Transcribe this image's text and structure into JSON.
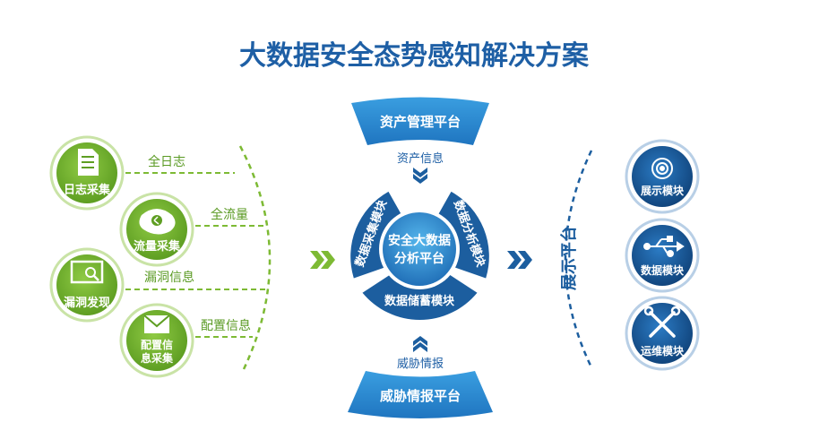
{
  "title": "大数据安全态势感知解决方案",
  "colors": {
    "title": "#1e5fa5",
    "green": "#7dba34",
    "green_text": "#5a9a23",
    "blue_dark": "#1c5e9f",
    "blue_mid": "#2a86cc",
    "blue_light": "#4fb0e8",
    "hub_gradient_outer": "#2170b8"
  },
  "sources": [
    {
      "icon": "document-icon",
      "name": "日志采集",
      "link_label": "全日志"
    },
    {
      "icon": "traffic-icon",
      "name": "流量采集",
      "link_label": "全流量"
    },
    {
      "icon": "monitor-search-icon",
      "name": "漏洞发现",
      "link_label": "漏洞信息"
    },
    {
      "icon": "envelope-icon",
      "name_line1": "配置信",
      "name_line2": "息采集",
      "link_label": "配置信息"
    }
  ],
  "top_platform": "资产管理平台",
  "top_link": "资产信息",
  "bottom_platform": "威胁情报平台",
  "bottom_link": "威胁情报",
  "hub": {
    "line1": "安全大数据",
    "line2": "分析平台"
  },
  "ring_modules": {
    "left": "数据采集模块",
    "right": "数据分析模块",
    "bottom": "数据储蓄模块"
  },
  "display_platform": "展示平台",
  "outputs": [
    {
      "icon": "target-icon",
      "name": "展示模块"
    },
    {
      "icon": "usb-icon",
      "name": "数据模块"
    },
    {
      "icon": "tools-icon",
      "name": "运维模块"
    }
  ],
  "chevron_icons": [
    "double-chevron-right-icon",
    "double-chevron-down-icon",
    "double-chevron-up-icon"
  ]
}
